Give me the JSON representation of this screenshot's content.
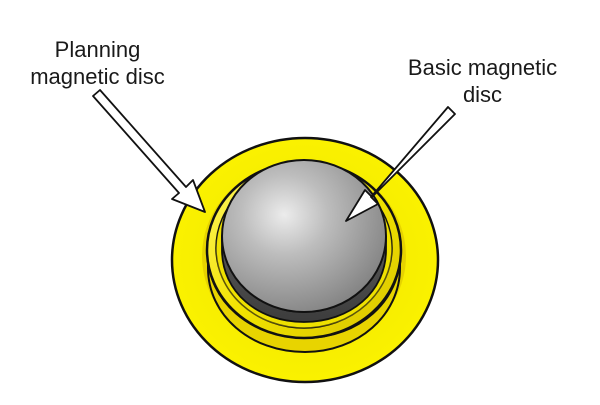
{
  "labels": {
    "planning_line1": "Planning",
    "planning_line2": "magnetic disc",
    "basic_line1": "Basic magnetic",
    "basic_line2": "disc"
  },
  "colors": {
    "outer_ring": "#f5ea00",
    "ring_shadow": "#c9b400",
    "disc_face": "#a9a9a9",
    "disc_highlight": "#e6e6e6",
    "disc_edge": "#6a6a6a",
    "outline": "#111111"
  },
  "icons": {
    "left_pointer": "arrow-icon",
    "right_pointer": "arrow-icon"
  }
}
